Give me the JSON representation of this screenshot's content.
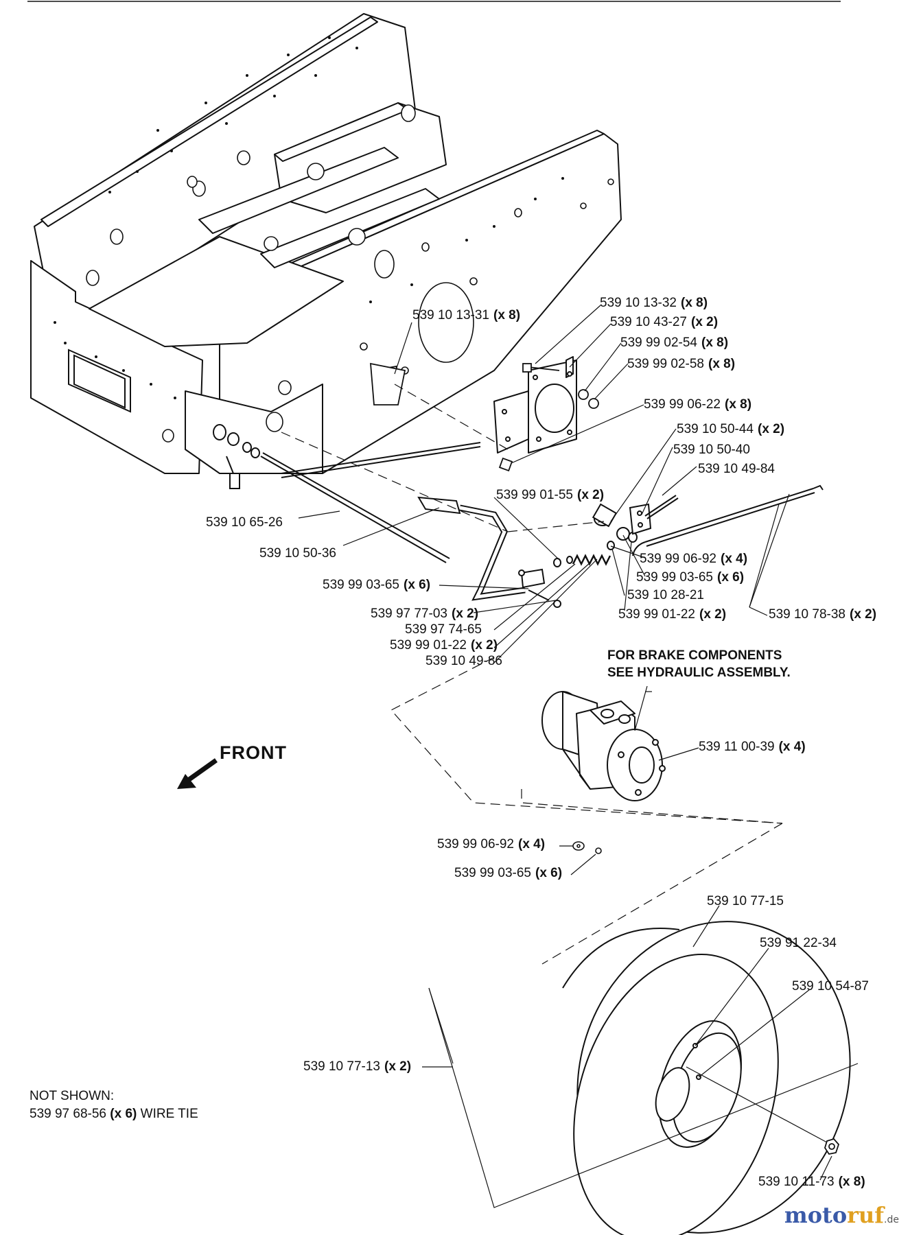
{
  "labels": [
    {
      "id": "p1",
      "part": "539 10 13-31",
      "qty": "(x 8)"
    },
    {
      "id": "p2",
      "part": "539 10 13-32",
      "qty": "(x 8)"
    },
    {
      "id": "p3",
      "part": "539 10 43-27",
      "qty": "(x 2)"
    },
    {
      "id": "p4",
      "part": "539 99 02-54",
      "qty": "(x 8)"
    },
    {
      "id": "p5",
      "part": "539 99 02-58",
      "qty": "(x 8)"
    },
    {
      "id": "p6",
      "part": "539 99 06-22",
      "qty": "(x 8)"
    },
    {
      "id": "p7",
      "part": "539 10 50-44",
      "qty": "(x 2)"
    },
    {
      "id": "p8",
      "part": "539 10 50-40",
      "qty": ""
    },
    {
      "id": "p9",
      "part": "539 10 49-84",
      "qty": ""
    },
    {
      "id": "p10",
      "part": "539 99 01-55",
      "qty": "(x 2)"
    },
    {
      "id": "p11",
      "part": "539 10 65-26",
      "qty": ""
    },
    {
      "id": "p12",
      "part": "539 10 50-36",
      "qty": ""
    },
    {
      "id": "p13",
      "part": "539 99 06-92",
      "qty": "(x 4)"
    },
    {
      "id": "p14",
      "part": "539 99 03-65",
      "qty": "(x 6)"
    },
    {
      "id": "p15",
      "part": "539 99 03-65",
      "qty": "(x 6)"
    },
    {
      "id": "p16",
      "part": "539 10 28-21",
      "qty": ""
    },
    {
      "id": "p17",
      "part": "539 97 77-03",
      "qty": "(x 2)"
    },
    {
      "id": "p18",
      "part": "539 99 01-22",
      "qty": "(x 2)"
    },
    {
      "id": "p19",
      "part": "539 10 78-38",
      "qty": "(x 2)"
    },
    {
      "id": "p20",
      "part": "539 97 74-65",
      "qty": ""
    },
    {
      "id": "p21",
      "part": "539 99 01-22",
      "qty": "(x 2)"
    },
    {
      "id": "p22",
      "part": "539 10 49-86",
      "qty": ""
    },
    {
      "id": "p23",
      "part": "539 11 00-39",
      "qty": "(x 4)"
    },
    {
      "id": "p24",
      "part": "539 99 06-92",
      "qty": "(x 4)"
    },
    {
      "id": "p25",
      "part": "539 99 03-65",
      "qty": "(x 6)"
    },
    {
      "id": "p26",
      "part": "539 10 77-15",
      "qty": ""
    },
    {
      "id": "p27",
      "part": "539 91 22-34",
      "qty": ""
    },
    {
      "id": "p28",
      "part": "539 10 54-87",
      "qty": ""
    },
    {
      "id": "p29",
      "part": "539 10 77-13",
      "qty": "(x 2)"
    },
    {
      "id": "p30",
      "part": "539 10 11-73",
      "qty": "(x 8)"
    }
  ],
  "brake_note": {
    "line1": "FOR BRAKE COMPONENTS",
    "line2": "SEE HYDRAULIC ASSEMBLY."
  },
  "front_label": "FRONT",
  "not_shown": {
    "heading": "NOT SHOWN:",
    "part": "539 97 68-56",
    "qty": "(x 6)",
    "desc": "WIRE TIE"
  },
  "watermark": {
    "part1": "moto",
    "part2": "ruf",
    "part3": "",
    "tld": ".de"
  },
  "colors": {
    "line": "#111111",
    "logo_blue": "#3a5aa8",
    "logo_orange": "#e0a020"
  }
}
